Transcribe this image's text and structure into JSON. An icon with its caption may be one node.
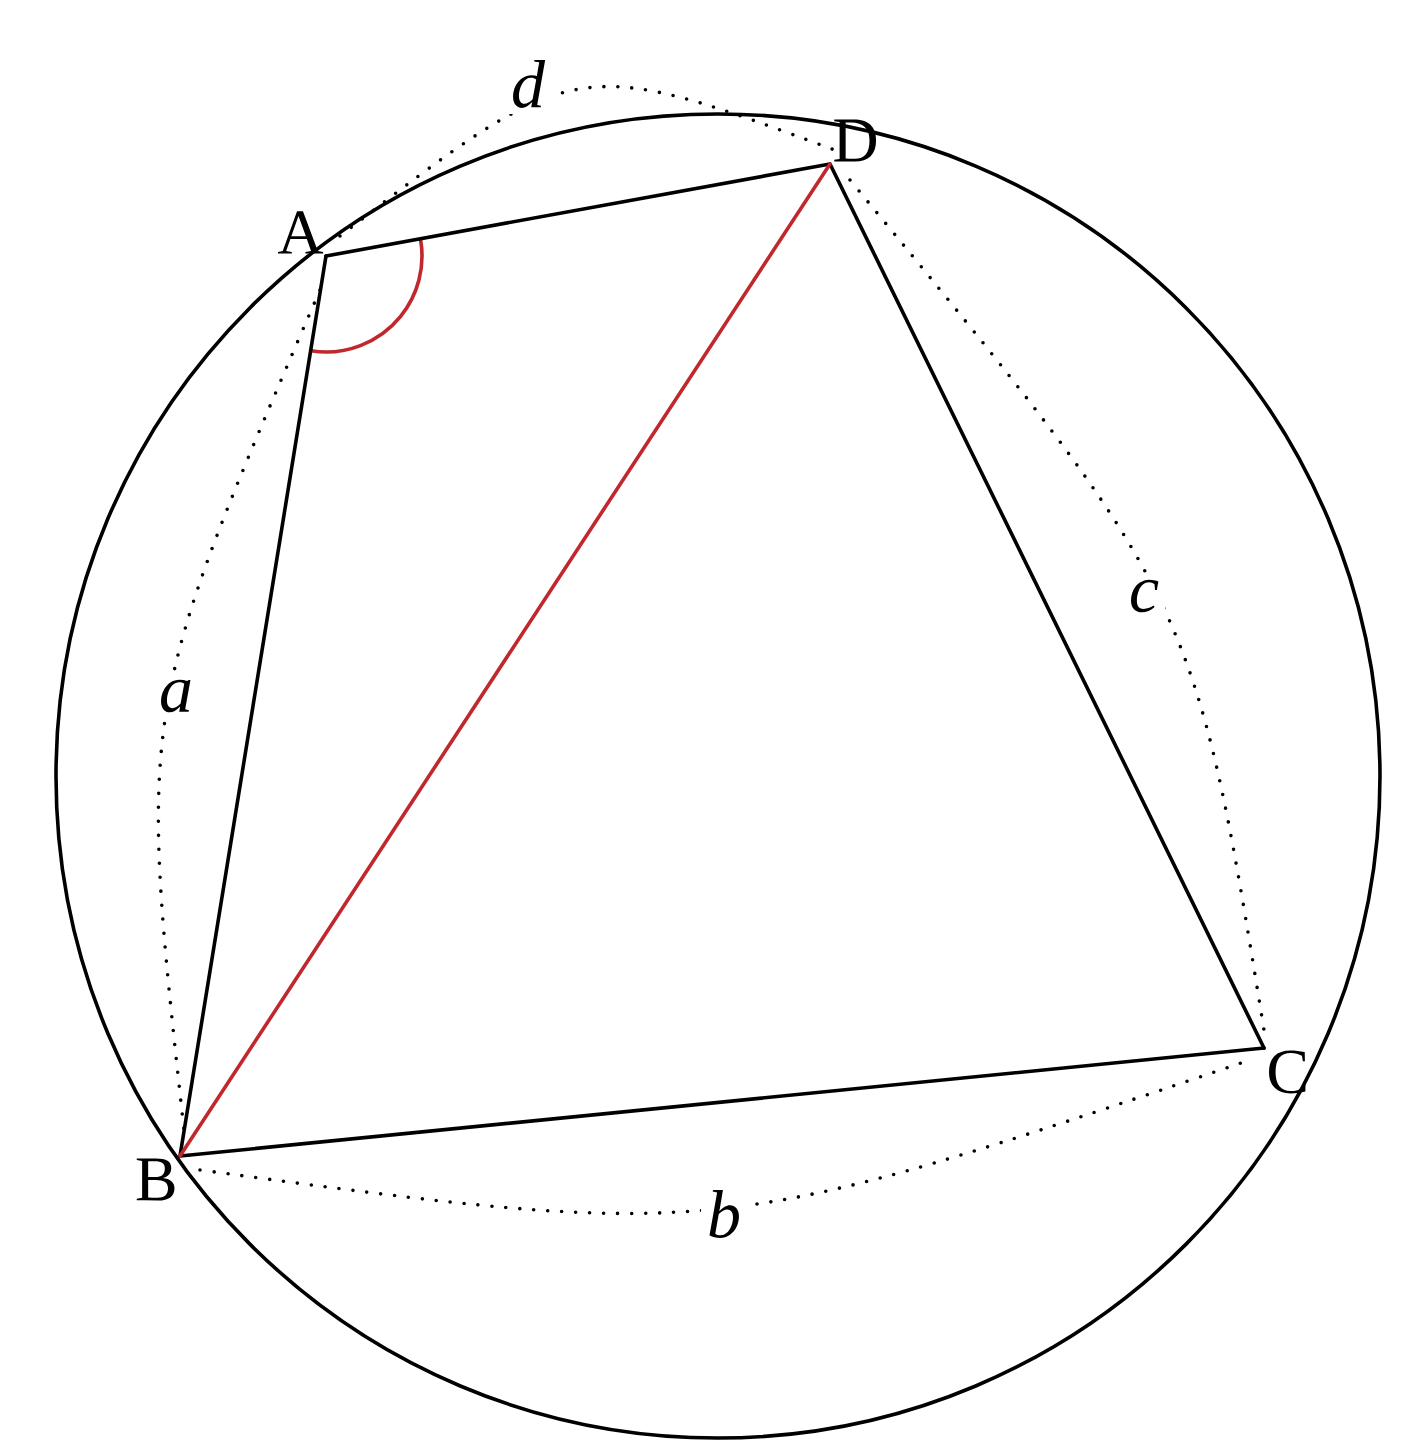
{
  "diagram": {
    "nodes": [
      {
        "text": [
          "A"
        ]
      },
      {
        "text": [
          "B"
        ]
      },
      {
        "text": [
          "C"
        ]
      },
      {
        "text": [
          "D"
        ]
      }
    ],
    "edges": [
      {
        "from": 0,
        "to": 3,
        "arrow": "none"
      },
      {
        "from": 0,
        "to": 1,
        "arrow": "none"
      },
      {
        "from": 1,
        "to": 2,
        "arrow": "none"
      },
      {
        "from": 2,
        "to": 3,
        "arrow": "none"
      },
      {
        "from": 1,
        "to": 3,
        "arrow": "none",
        "color": "#c0282d"
      }
    ],
    "labels": [
      "d",
      "a",
      "c",
      "b"
    ]
  }
}
